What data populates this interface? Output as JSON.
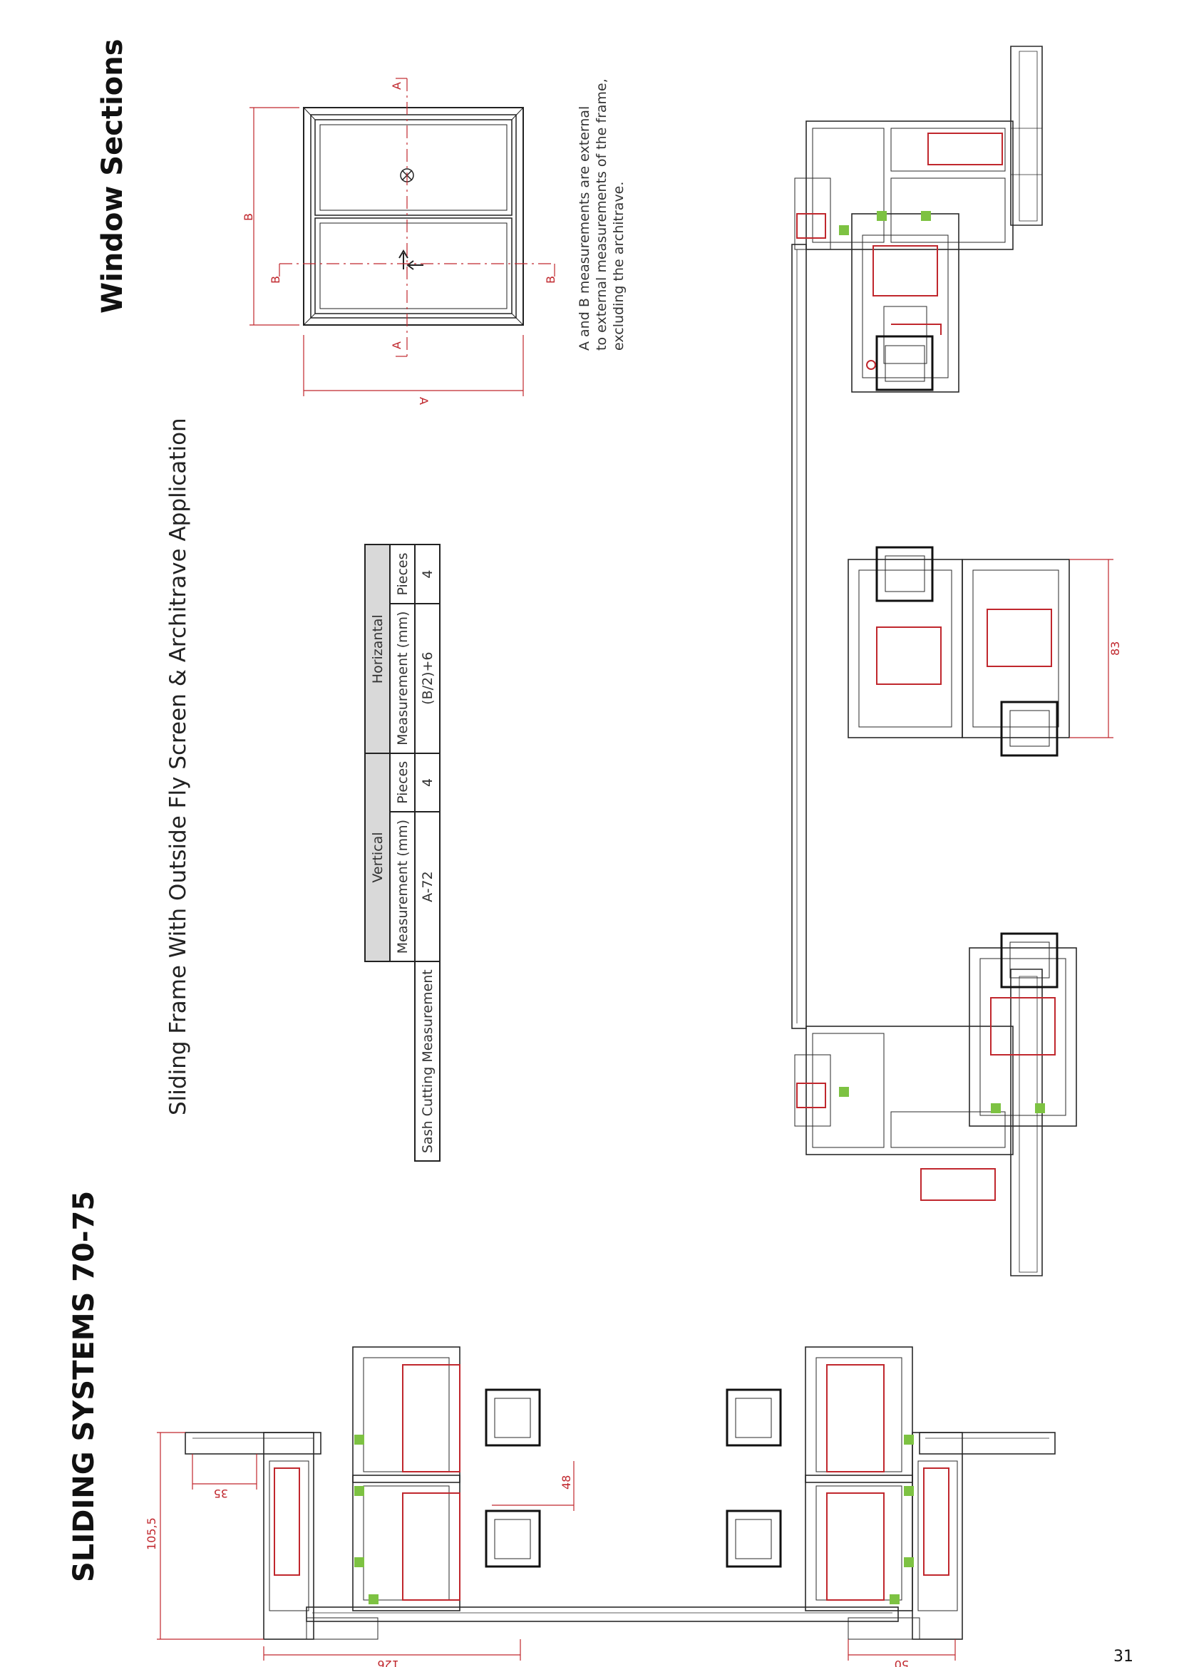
{
  "page": {
    "main_title": "SLIDING SYSTEMS 70-75",
    "section_title": "Window Sections",
    "subtitle": "Sliding Frame With Outside Fly Screen & Architrave Application",
    "page_number": "31"
  },
  "note": {
    "lines": [
      "A and B measurements  are external",
      "to external measurements of the frame,",
      "excluding the architrave."
    ]
  },
  "table": {
    "row_label": "Sash Cutting Measurement",
    "vertical_header": "Vertical",
    "horizontal_header": "Horizantal",
    "col_measurement": "Measurement (mm)",
    "col_pieces": "Pieces",
    "vertical_measurement": "A-72",
    "vertical_pieces": "4",
    "horizontal_measurement": "(B/2)+6",
    "horizontal_pieces": "4"
  },
  "elevation": {
    "label_a": "A",
    "label_b": "B"
  },
  "dimensions": {
    "d126": "126",
    "d105": "105,5",
    "d35": "35",
    "d48": "48",
    "d50": "50",
    "d83": "83"
  },
  "colors": {
    "dimension": "#c0272d",
    "gasket": "#7dc242",
    "reinforcement": "#c0272d",
    "profile": "#2a2a2a"
  }
}
